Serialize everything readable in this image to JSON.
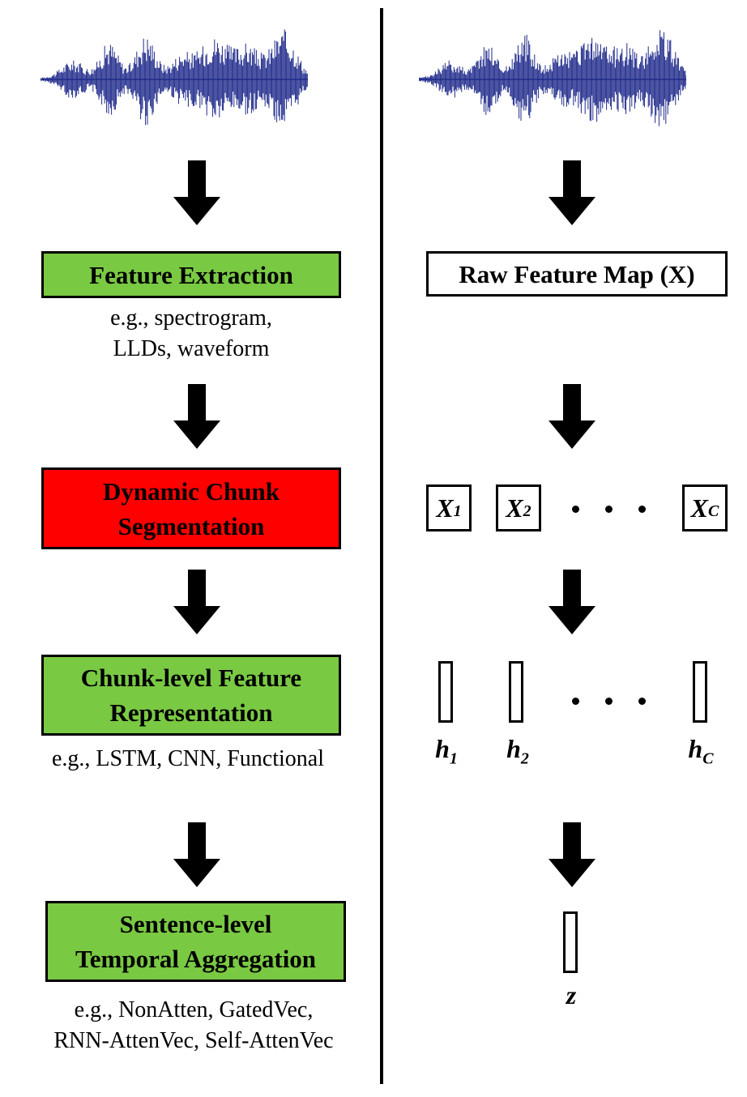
{
  "left": {
    "box1": "Feature Extraction",
    "note1": [
      "e.g., spectrogram,",
      "LLDs, waveform"
    ],
    "box2": [
      "Dynamic Chunk",
      "Segmentation"
    ],
    "box3": [
      "Chunk-level Feature",
      "Representation"
    ],
    "note3": [
      "e.g., LSTM, CNN, Functional"
    ],
    "box4": [
      "Sentence-level",
      "Temporal Aggregation"
    ],
    "note4": [
      "e.g., NonAtten, GatedVec,",
      "RNN-AttenVec, Self-AttenVec"
    ]
  },
  "right": {
    "raw_box": "Raw Feature Map (X)",
    "x_chunks": [
      {
        "base": "X",
        "sub": "1"
      },
      {
        "base": "X",
        "sub": "2"
      },
      {
        "base": "X",
        "sub": "C"
      }
    ],
    "h_labels": [
      {
        "base": "h",
        "sub": "1"
      },
      {
        "base": "h",
        "sub": "2"
      },
      {
        "base": "h",
        "sub": "C"
      }
    ],
    "z_label": "z"
  },
  "colors": {
    "green_box": "#7ac943",
    "red_box": "#ff0000",
    "waveform": "#1f2a8a",
    "arrow": "#000000"
  },
  "icons": [
    "waveform-icon",
    "down-arrow-icon"
  ]
}
